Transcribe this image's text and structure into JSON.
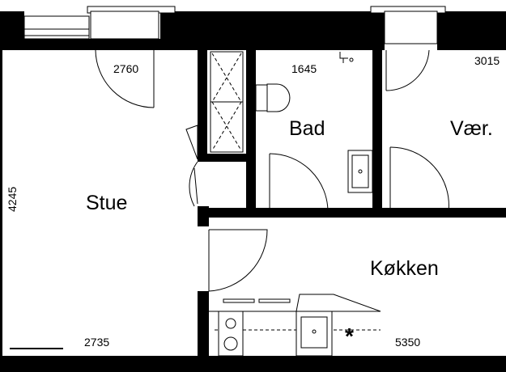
{
  "rooms": {
    "stue": "Stue",
    "bad": "Bad",
    "vaer": "Vær.",
    "kokken": "Køkken"
  },
  "dimensions": {
    "stue_width_top": "2760",
    "bad_width": "1645",
    "vaer_width": "3015",
    "stue_height": "4245",
    "stue_width_bottom": "2735",
    "kokken_width": "5350"
  },
  "symbols": {
    "asterisk": "*"
  }
}
